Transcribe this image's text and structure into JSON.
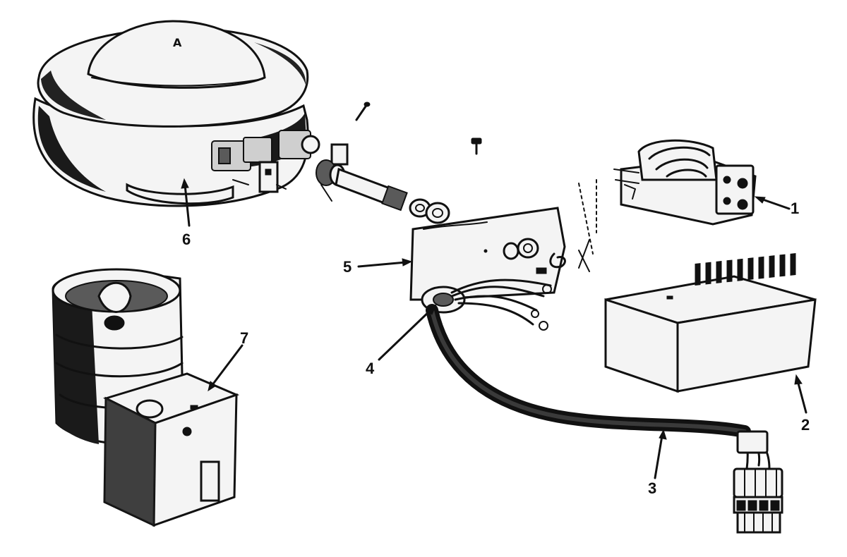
{
  "callouts": [
    {
      "id": "1",
      "label": "1"
    },
    {
      "id": "2",
      "label": "2"
    },
    {
      "id": "3",
      "label": "3"
    },
    {
      "id": "4",
      "label": "4"
    },
    {
      "id": "5",
      "label": "5"
    },
    {
      "id": "6",
      "label": "6"
    },
    {
      "id": "7",
      "label": "7"
    }
  ],
  "dome_mark": "A",
  "colors": {
    "ink": "#111111",
    "paper": "#ffffff"
  }
}
